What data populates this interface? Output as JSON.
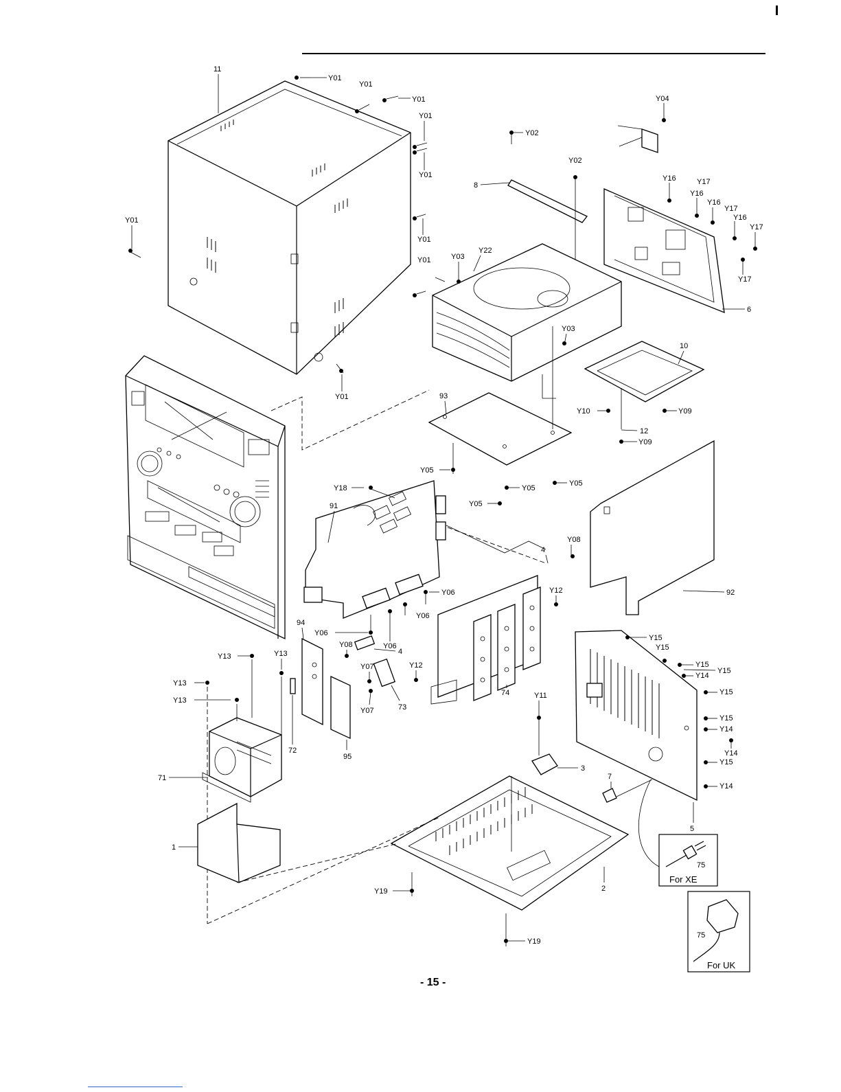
{
  "page": {
    "number": "- 15 -"
  },
  "callouts": {
    "c11": "11",
    "c8": "8",
    "c6": "6",
    "c10": "10",
    "c93": "93",
    "c12": "12",
    "c91": "91",
    "c4a": "4",
    "c92": "92",
    "c94": "94",
    "c4b": "4",
    "c73": "73",
    "c74": "74",
    "c72": "72",
    "c95": "95",
    "c71": "71",
    "c3": "3",
    "c7": "7",
    "c5": "5",
    "c1": "1",
    "c2": "2",
    "c75a": "75",
    "c75b": "75"
  },
  "screws": {
    "y01_a": "Y01",
    "y01_b": "Y01",
    "y01_c": "Y01",
    "y01_d": "Y01",
    "y01_e": "Y01",
    "y01_f": "Y01",
    "y01_g": "Y01",
    "y01_h": "Y01",
    "y01_i": "Y01",
    "y02_a": "Y02",
    "y02_b": "Y02",
    "y03_a": "Y03",
    "y03_b": "Y03",
    "y22": "Y22",
    "y04": "Y04",
    "y16_a": "Y16",
    "y16_b": "Y16",
    "y16_c": "Y16",
    "y16_d": "Y16",
    "y17_a": "Y17",
    "y17_b": "Y17",
    "y17_c": "Y17",
    "y17_d": "Y17",
    "y10": "Y10",
    "y09_a": "Y09",
    "y09_b": "Y09",
    "y05_a": "Y05",
    "y05_b": "Y05",
    "y05_c": "Y05",
    "y05_d": "Y05",
    "y18": "Y18",
    "y08_a": "Y08",
    "y08_b": "Y08",
    "y06_a": "Y06",
    "y06_b": "Y06",
    "y06_c": "Y06",
    "y06_d": "Y06",
    "y12_a": "Y12",
    "y12_b": "Y12",
    "y07_a": "Y07",
    "y07_b": "Y07",
    "y13_a": "Y13",
    "y13_b": "Y13",
    "y13_c": "Y13",
    "y13_d": "Y13",
    "y11": "Y11",
    "y15_a": "Y15",
    "y15_b": "Y15",
    "y15_c": "Y15",
    "y15_d": "Y15",
    "y15_e": "Y15",
    "y15_f": "Y15",
    "y15_g": "Y15",
    "y14_a": "Y14",
    "y14_b": "Y14",
    "y14_c": "Y14",
    "y14_d": "Y14",
    "y19_a": "Y19",
    "y19_b": "Y19"
  },
  "insets": {
    "xe_label": "For XE",
    "uk_label": "For UK"
  }
}
